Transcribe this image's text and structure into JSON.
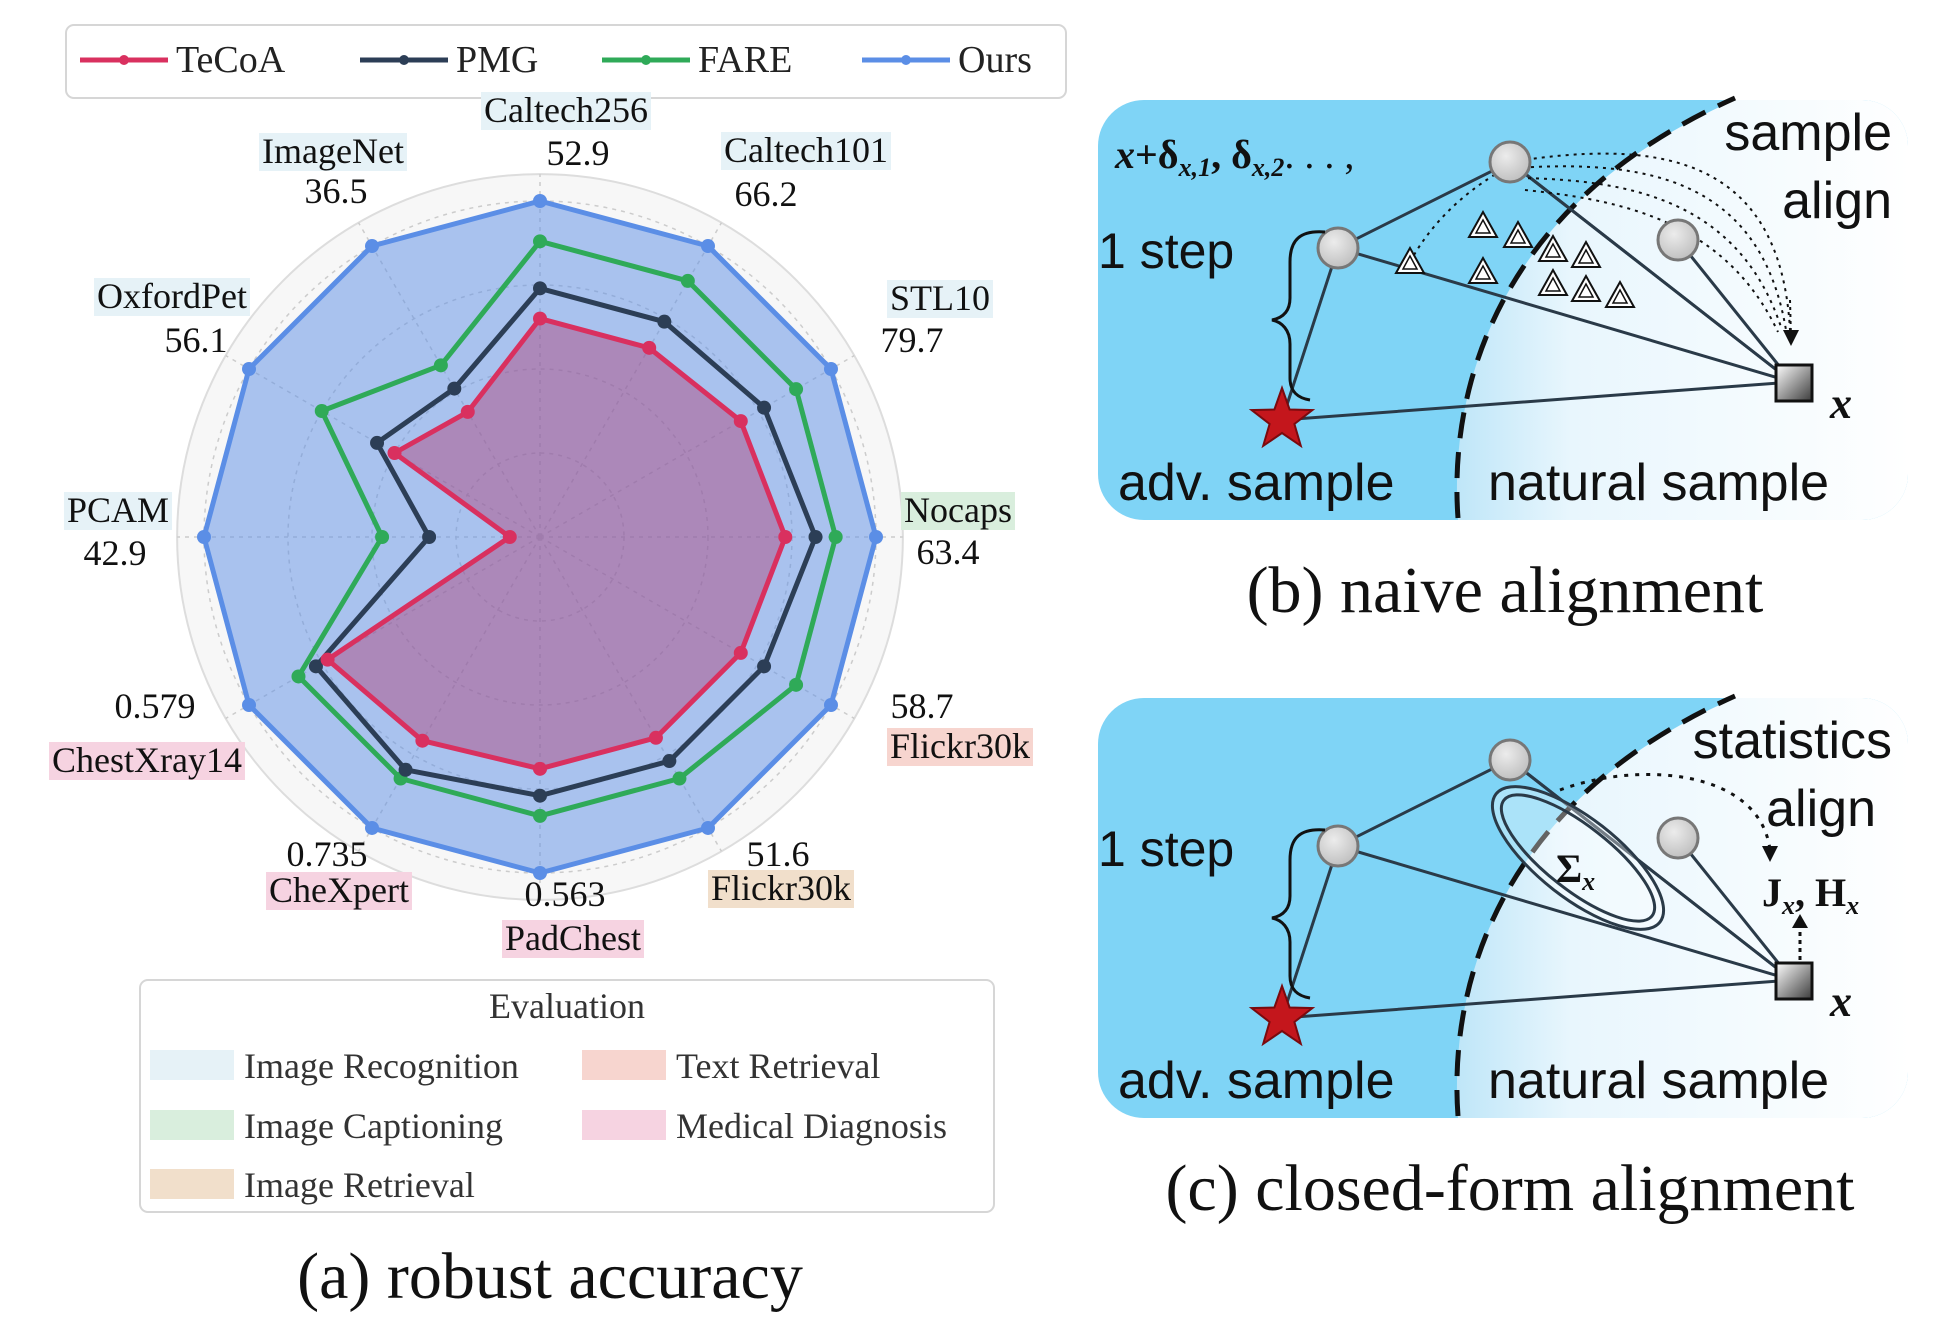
{
  "legend": [
    {
      "name": "TeCoA",
      "color": "#d9305f"
    },
    {
      "name": "PMG",
      "color": "#2c3e56"
    },
    {
      "name": "FARE",
      "color": "#2faa58"
    },
    {
      "name": "Ours",
      "color": "#5b8ee6"
    }
  ],
  "chart_data": {
    "type": "radar",
    "axes": [
      {
        "name": "Caltech256",
        "value": "52.9",
        "group": "Image Recognition"
      },
      {
        "name": "Caltech101",
        "value": "66.2",
        "group": "Image Recognition"
      },
      {
        "name": "STL10",
        "value": "79.7",
        "group": "Image Recognition"
      },
      {
        "name": "Nocaps",
        "value": "63.4",
        "group": "Image Captioning"
      },
      {
        "name": "Flickr30k",
        "value": "58.7",
        "group": "Text Retrieval"
      },
      {
        "name": "Flickr30k",
        "value": "51.6",
        "group": "Image Retrieval"
      },
      {
        "name": "PadChest",
        "value": "0.563",
        "group": "Medical Diagnosis"
      },
      {
        "name": "CheXpert",
        "value": "0.735",
        "group": "Medical Diagnosis"
      },
      {
        "name": "ChestXray14",
        "value": "0.579",
        "group": "Medical Diagnosis"
      },
      {
        "name": "PCAM",
        "value": "42.9",
        "group": "Image Recognition"
      },
      {
        "name": "OxfordPet",
        "value": "56.1",
        "group": "Image Recognition"
      },
      {
        "name": "ImageNet",
        "value": "36.5",
        "group": "Image Recognition"
      }
    ],
    "rlim": [
      0,
      1
    ],
    "series": [
      {
        "name": "Ours",
        "values": [
          1,
          1,
          1,
          1,
          1,
          1,
          1,
          1,
          1,
          1,
          1,
          1
        ]
      },
      {
        "name": "FARE",
        "values": [
          0.88,
          0.88,
          0.88,
          0.88,
          0.88,
          0.83,
          0.83,
          0.83,
          0.83,
          0.47,
          0.75,
          0.59
        ]
      },
      {
        "name": "PMG",
        "values": [
          0.74,
          0.74,
          0.77,
          0.82,
          0.77,
          0.77,
          0.77,
          0.8,
          0.77,
          0.33,
          0.56,
          0.51
        ]
      },
      {
        "name": "TeCoA",
        "values": [
          0.65,
          0.65,
          0.69,
          0.73,
          0.69,
          0.69,
          0.69,
          0.7,
          0.73,
          0.09,
          0.5,
          0.43
        ]
      }
    ],
    "grid": true
  },
  "evaluation": {
    "title": "Evaluation",
    "items": [
      {
        "label": "Image Recognition",
        "color": "#e6f2f7"
      },
      {
        "label": "Text Retrieval",
        "color": "#f7d5cf"
      },
      {
        "label": "Image Captioning",
        "color": "#d9eedd"
      },
      {
        "label": "Medical Diagnosis",
        "color": "#f6d3e1"
      },
      {
        "label": "Image Retrieval",
        "color": "#f1dfcb"
      }
    ]
  },
  "captions": {
    "a": "(a) robust accuracy",
    "b": "(b) naive alignment",
    "c": "(c) closed-form alignment"
  },
  "panel_b": {
    "formula_x": "x",
    "formula_rest": "+δ",
    "formula_sub1": "x,1",
    "formula_comma": ", δ",
    "formula_sub2": "x,2",
    "formula_tail": ". . . ,",
    "step": "1 step",
    "align1": "sample",
    "align2": "align",
    "adv": "adv. sample",
    "natural": "natural sample",
    "x": "x"
  },
  "panel_c": {
    "step": "1 step",
    "align1": "statistics",
    "align2": "align",
    "sigma": "Σ",
    "sigma_sub": "x",
    "J": "J",
    "J_sub": "x",
    "H": ", H",
    "H_sub": "x",
    "adv": "adv. sample",
    "natural": "natural sample",
    "x": "x"
  }
}
